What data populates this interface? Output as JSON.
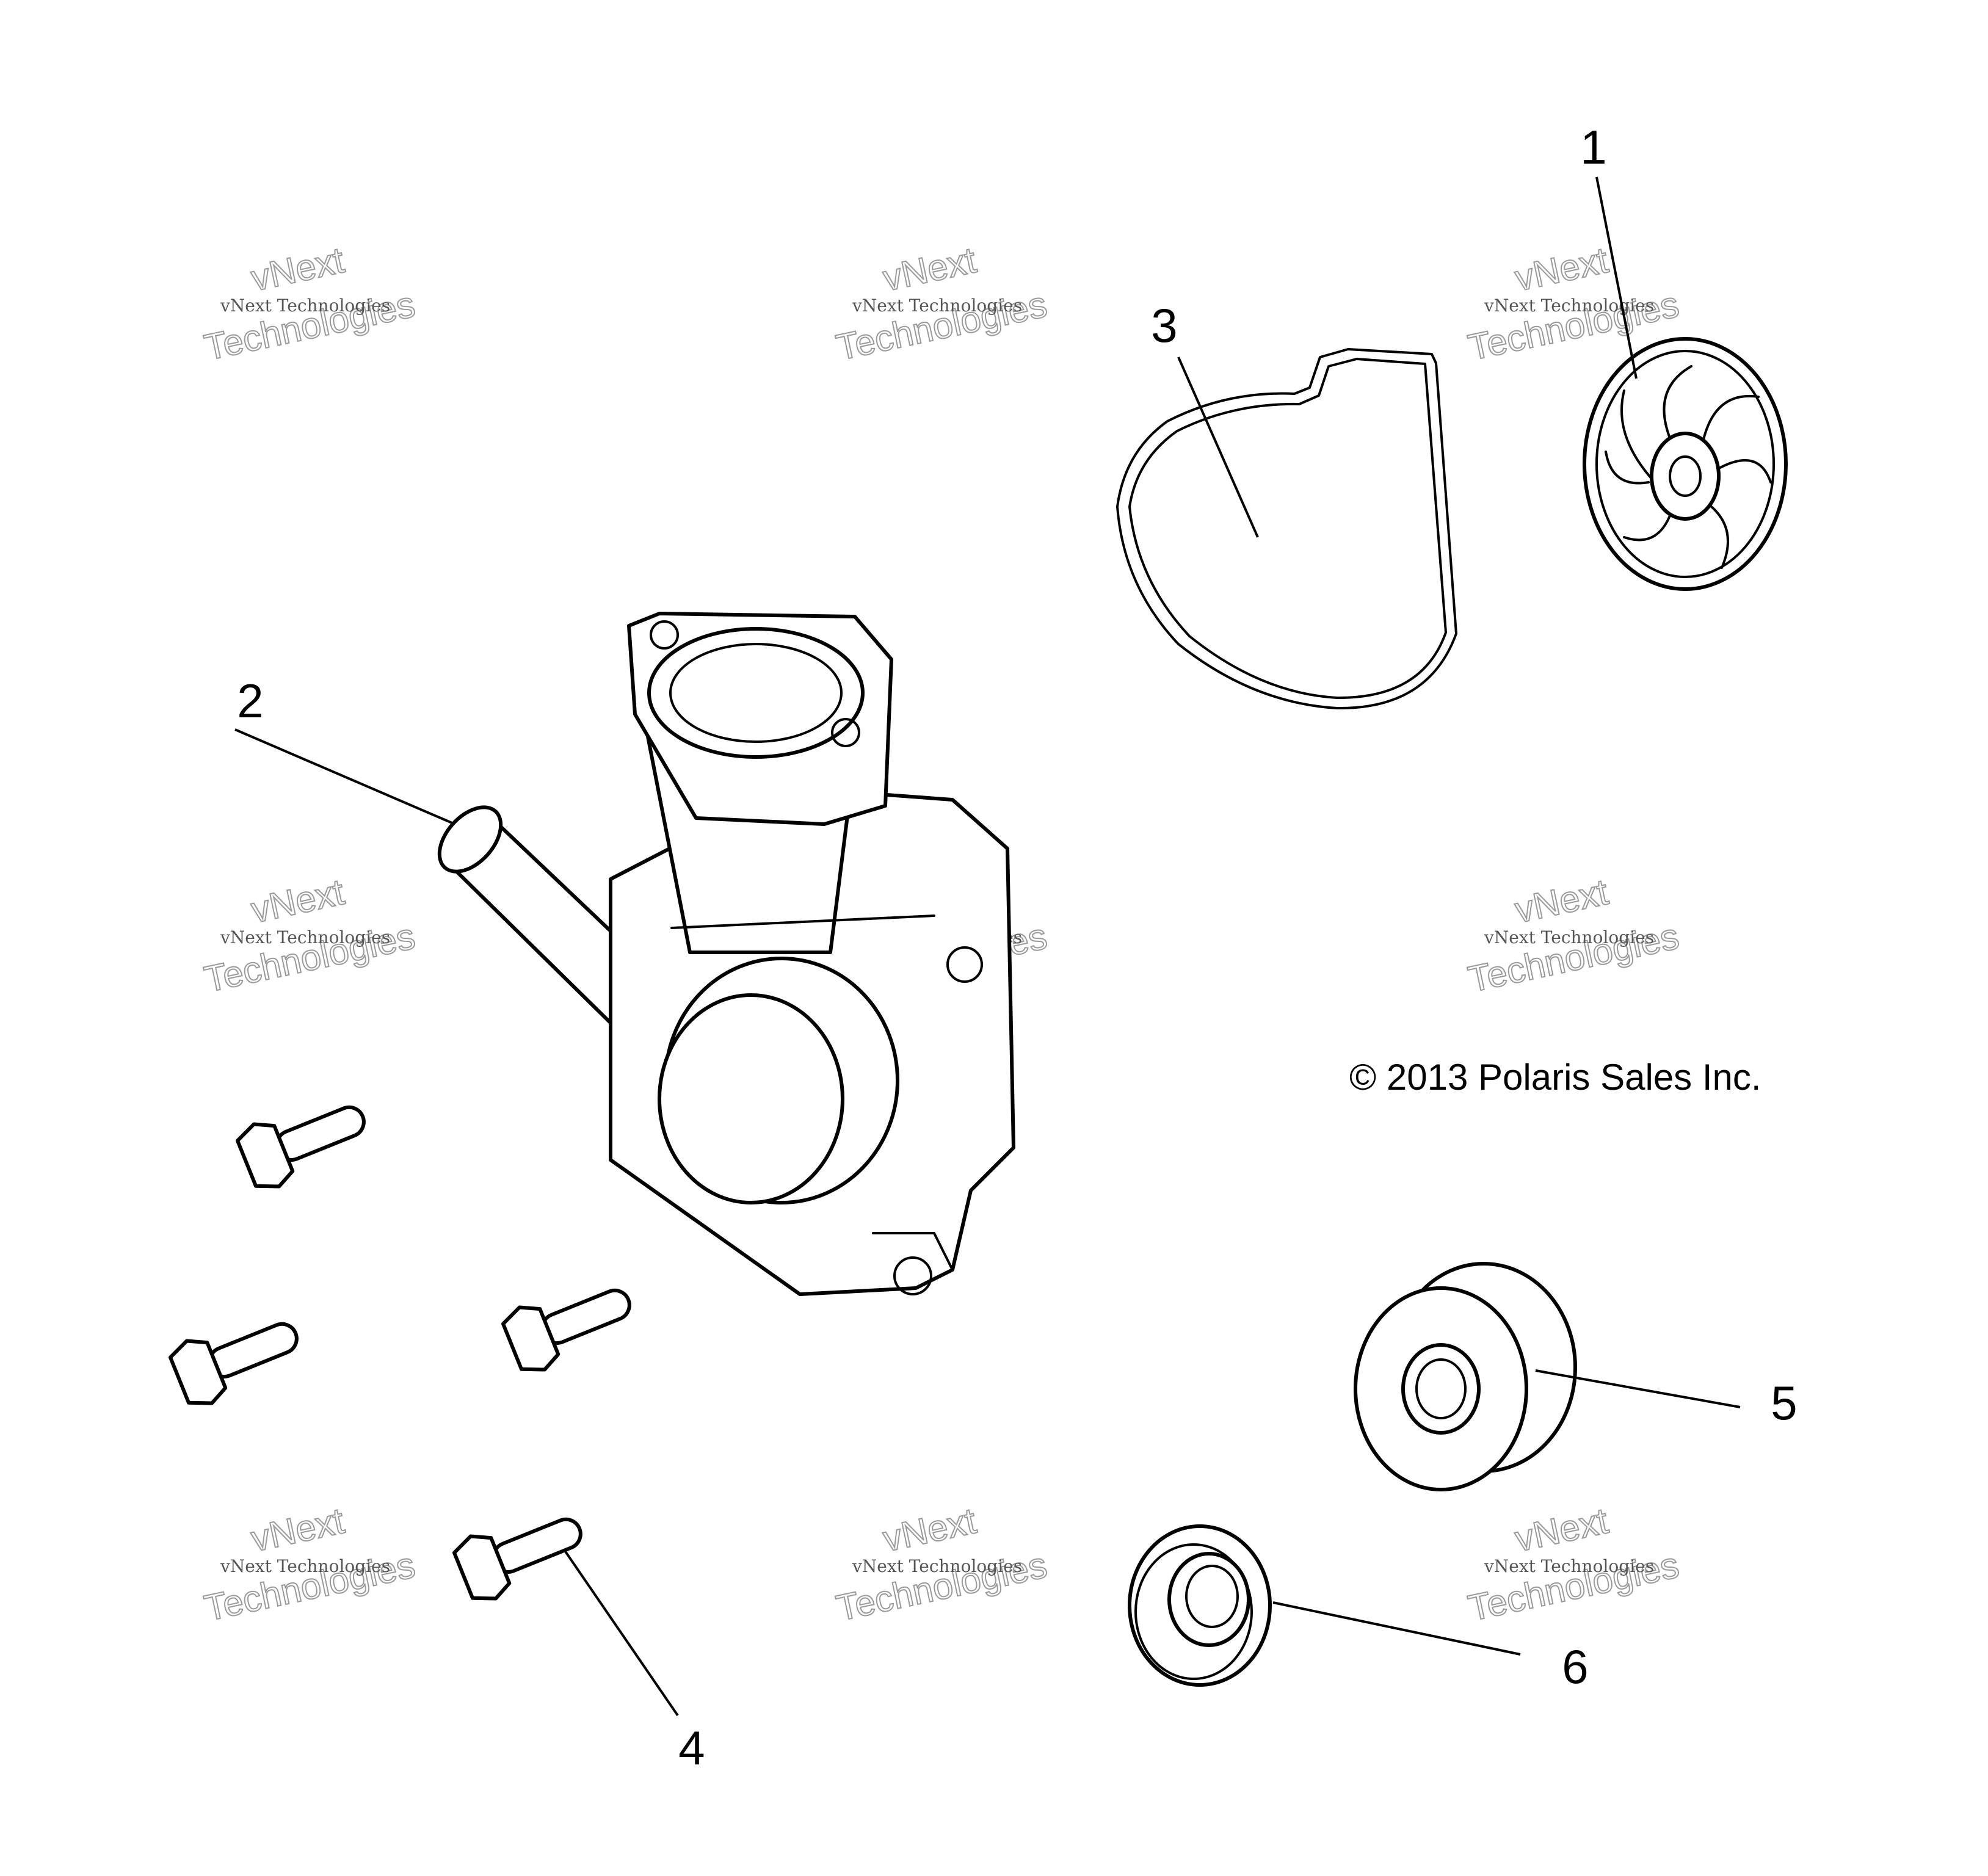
{
  "diagram": {
    "copyright": "© 2013 Polaris Sales Inc.",
    "watermark": {
      "brand_top": "vNext",
      "brand_line": "vNext Technologies",
      "brand_bottom": "Technologies"
    },
    "callouts": [
      {
        "id": "callout-1",
        "label": "1"
      },
      {
        "id": "callout-2",
        "label": "2"
      },
      {
        "id": "callout-3",
        "label": "3"
      },
      {
        "id": "callout-4",
        "label": "4"
      },
      {
        "id": "callout-5",
        "label": "5"
      },
      {
        "id": "callout-6",
        "label": "6"
      }
    ]
  }
}
